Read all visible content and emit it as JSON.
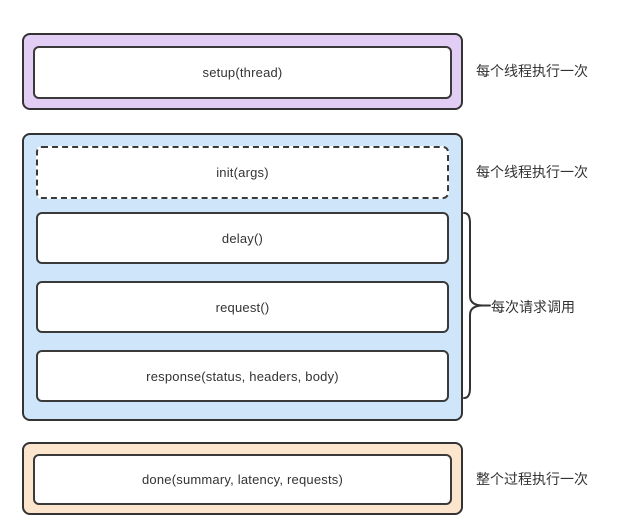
{
  "diagram": {
    "title_semantic": "wrk-script-lifecycle-diagram",
    "colors": {
      "border": "#333333",
      "text": "#333333",
      "setup_group_fill": "#E2CDF4",
      "loop_group_fill": "#CFE5F9",
      "done_group_fill": "#FCE5CD",
      "function_box_fill": "#FFFFFF",
      "background": "#FFFFFF"
    },
    "setup_group": {
      "box_label": "setup(thread)",
      "annotation": "每个线程执行一次"
    },
    "thread_group": {
      "init_label": "init(args)",
      "init_annotation": "每个线程执行一次",
      "delay_label": "delay()",
      "request_label": "request()",
      "response_label": "response(status, headers, body)",
      "brace_annotation": "每次请求调用"
    },
    "done_group": {
      "box_label": "done(summary, latency, requests)",
      "annotation": "整个过程执行一次"
    }
  }
}
